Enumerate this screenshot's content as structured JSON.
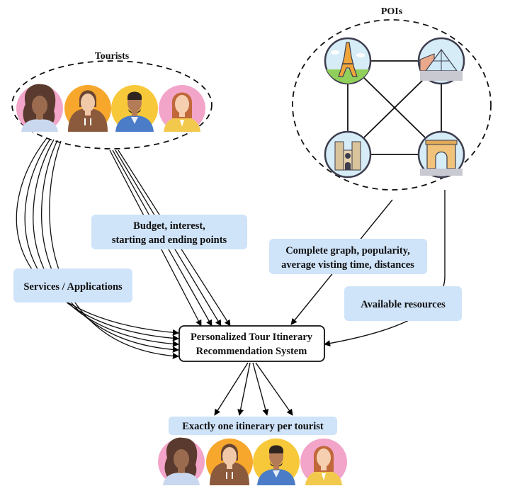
{
  "groups": {
    "tourists": "Tourists",
    "pois": "POIs"
  },
  "labels": {
    "services": "Services / Applications",
    "budget_line1": "Budget, interest,",
    "budget_line2": "starting and ending points",
    "graph_line1": "Complete graph, popularity,",
    "graph_line2": "average visting time, distances",
    "resources": "Available resources",
    "output": "Exactly one itinerary per tourist"
  },
  "system": {
    "line1": "Personalized Tour Itinerary",
    "line2": "Recommendation System"
  },
  "colors": {
    "label_box": "#cfe3f9",
    "tourist_pink_bg": "#f3a5c9",
    "tourist_orange_bg": "#f6a72c",
    "tourist_yellow_bg": "#f7c93a",
    "poi_sky": "#d6ecf6",
    "poi_frame": "#3d3d4e"
  },
  "icons": {
    "tourists": [
      "woman-curly-hair-icon",
      "man-hoodie-icon",
      "man-beard-icon",
      "woman-blonde-icon"
    ],
    "pois": [
      "eiffel-tower-icon",
      "louvre-pyramid-icon",
      "notre-dame-icon",
      "arc-de-triomphe-icon"
    ]
  }
}
